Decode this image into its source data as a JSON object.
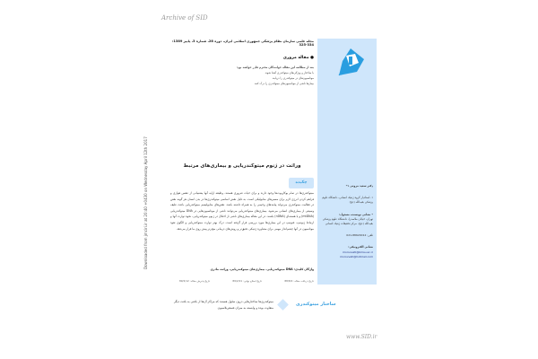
{
  "watermark_top": "Archive of SID",
  "watermark_bottom": "www.SID.ir",
  "download_note": "Downloaded from jmciri.ir at 20:40 +0430 on Wednesday April 12th 2017",
  "journal_header": "مجله علمی سازمان نظام پزشکی جمهوری اسلامی ایران، دوره 28، شماره 3، پاییز 1389: 334-325",
  "article_type": "مقاله مروری",
  "objectives": {
    "intro": "بعد از مطالعه این مقاله خوانندگان محترم قادر خواهند بود:",
    "items": [
      "با ساختار و ویژگی‌های میتوکندری آشنا شوند",
      "موتاسیون‌های در میتوکندری را دریابند",
      "بیمارها ناشی از موتاسیون‌های میتوکندری را درک کنند"
    ]
  },
  "title": "وراثت در ژنوم میتوکندریایی و بیماری‌های مرتبط",
  "abstract_heading": "چکیده",
  "abstract": "میتوکندری‌ها در تمام یوکاریوت‌ها وجود دارند و برای حیات ضروری هستند. وظیفه ارایه آنها پشتیبانی از تنفس هوازی و فراهم کردن انرژی لازم برای مسیرهای متابولیکی است. به دلیل نقش اساسی میتوکندری‌ها در بدن انسان هر گونه نقص در فعالیت میتوکندری می‌تواند پیامدهای وخیمی را به همراه داشته باشد. نقص‌های متابولیسم میتوکندریایی باعث طیف وسیعی از بیماری‌های انسانی می‌شود. بیماری‌های میتوکندریایی می‌توانند ناشی از موتاسیون‌هایی در DNA میتوکندریایی (mtDNA) و یا هسته‌ای (nDNA) باشند. در این مقاله بیماری‌های ناشی از اختلال در ژنوم میتوکندریایی، نحوه توارث آنها و ارتباط ژنوتیپ- فنوتیپ در این بیماری‌ها مورد بررسی قرار گرفته است. درک بهتر توارث میتوکندریایی و الگوی نفوذ موتاسیون در آنها چشم‌انداز مهمی برای مشاوره ژنتیکی دقیق‌تر و روش‌های درمانی مؤثرتر پیش روی ما قرار می‌دهد.",
  "keywords": "واژگان کلیدی: DNA میتوکندریایی، بیماری‌های میتوکندریایی، وراثت مادری",
  "sidebar": {
    "author": "دکتر سعید مروتی ۱*",
    "affil1": "۱- استادیار گروه ژنتیک انسانی، دانشگاه علوم پزشکی بقیه‌الله (عج)",
    "corr_label": "* نشانی نویسنده مسئول:",
    "corr_addr": "تهران، خیابان ملاصدرا، دانشگاه علوم پزشکی بقیه‌الله (عج)، مرکز تحقیقات ژنتیک انسانی",
    "phone": "تلفن: 88620012-021",
    "email_label": "نشانی الکترونیکی:",
    "emails": [
      "morovvati@bmsu.ac.ir",
      "morovvati@hotmail.com"
    ]
  },
  "dates": [
    "تاریخ دریافت مقاله: 88/8/2",
    "تاریخ اصلاح نهایی: 89/2/21",
    "تاریخ پذیرش مقاله: 89/2/12"
  ],
  "section_heading": "ساختار میتوکندری",
  "section_text": "میتوکندری‌ها ساختارهایی درون سلول هستند که مراکز آن‌ها از بافتی به بافت دیگر متفاوت بوده و وابسته به میزان فسفریلاسیون",
  "colors": {
    "sidebar": "#cfe6fb",
    "accent": "#3aa0e0"
  }
}
